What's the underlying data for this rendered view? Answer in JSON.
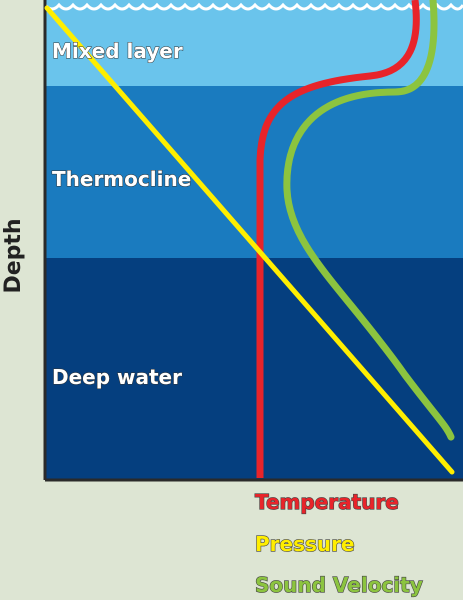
{
  "axis": {
    "y_label": "Depth"
  },
  "layers": [
    {
      "name": "Mixed layer",
      "color": "#6ac4ec"
    },
    {
      "name": "Thermocline",
      "color": "#1a7bbf"
    },
    {
      "name": "Deep water",
      "color": "#053f7f"
    }
  ],
  "legend": [
    {
      "label": "Temperature",
      "color": "#e8242a"
    },
    {
      "label": "Pressure",
      "color": "#ffee00"
    },
    {
      "label": "Sound Velocity",
      "color": "#8cc43f"
    }
  ]
}
